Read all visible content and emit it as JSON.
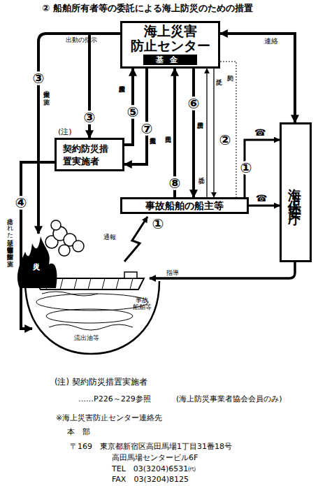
{
  "diagram": {
    "title": "② 船舶所有者等の委託による海上防災のための措置",
    "nodes": [
      {
        "text": [
          "海上災害 防止センター"
        ]
      },
      {
        "text": [
          "基金"
        ],
        "in": 0
      },
      {
        "text": [
          "(注)",
          "契約防災措 置実施者"
        ]
      },
      {
        "text": [
          "事故船舶の船主等"
        ]
      },
      {
        "text": [
          "海上保安庁"
        ]
      }
    ],
    "edges": [
      {
        "from": 0,
        "to": 2,
        "arrow": "to",
        "label": "出動の指示"
      },
      {
        "from": 2,
        "to": 0,
        "arrow": "to",
        "label": "作業費用請求"
      },
      {
        "from": 0,
        "to": 2,
        "arrow": "to",
        "label": "作業費用支払"
      },
      {
        "from": 3,
        "to": 0,
        "arrow": "to",
        "label": "費用支払"
      },
      {
        "from": 0,
        "to": 3,
        "arrow": "to",
        "label": "費用請求"
      },
      {
        "from": 3,
        "to": 0,
        "arrow": "to",
        "label": "委託"
      },
      {
        "from": 0,
        "to": 3,
        "arrow": "to",
        "label": "受託"
      },
      {
        "from": 0,
        "to": 3,
        "arrow": "none",
        "label": "契約"
      },
      {
        "from": 0,
        "to": 4,
        "arrow": "both",
        "label": "連絡"
      },
      {
        "from": 3,
        "to": 4,
        "arrow": "to"
      },
      {
        "from": 3,
        "to": 4,
        "arrow": "to"
      }
    ],
    "labels": [
      "③",
      "消火作業の実施",
      "③",
      "⑤",
      "⑦",
      "⑥",
      "⑧",
      "②",
      "①",
      "☎",
      "☎",
      "①",
      "通報",
      "指導",
      "火災",
      "事故 船舶等",
      "流出油等",
      "④",
      "排出された油及び有害液体物質等の防除作業の実施",
      "(注) 契約防災措置実施者",
      "……P226～229参照",
      "(海上防災事業者協会会員のみ)",
      "※海上災害防止センター連絡先",
      "本　部",
      "〒169　東京都新宿区高田馬場1丁目31番18号",
      "高田馬場センタービル6F",
      "TEL　03(3204)6531㈹",
      "FAX　03(3204)8125"
    ]
  }
}
